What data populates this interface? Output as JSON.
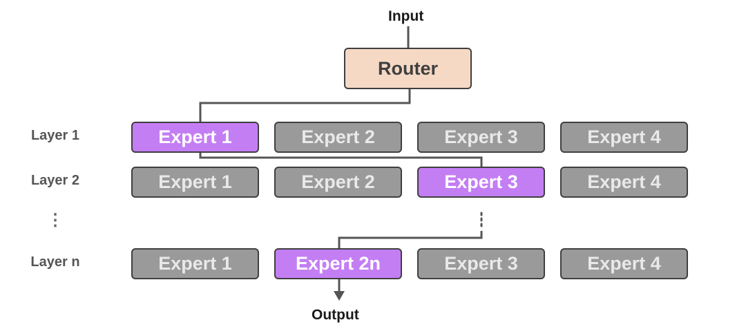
{
  "input_label": "Input",
  "output_label": "Output",
  "router_label": "Router",
  "ellipsis": "⋮",
  "colors": {
    "active": "#c47ef4",
    "inactive": "#9a9a9a",
    "router": "#f5d9c4",
    "line": "#555555"
  },
  "layers": [
    {
      "label": "Layer 1",
      "experts": [
        "Expert 1",
        "Expert 2",
        "Expert 3",
        "Expert 4"
      ],
      "active": 0
    },
    {
      "label": "Layer 2",
      "experts": [
        "Expert 1",
        "Expert 2",
        "Expert 3",
        "Expert 4"
      ],
      "active": 2
    },
    {
      "label": "Layer n",
      "experts": [
        "Expert 1",
        "Expert 2n",
        "Expert 3",
        "Expert 4"
      ],
      "active": 1
    }
  ]
}
